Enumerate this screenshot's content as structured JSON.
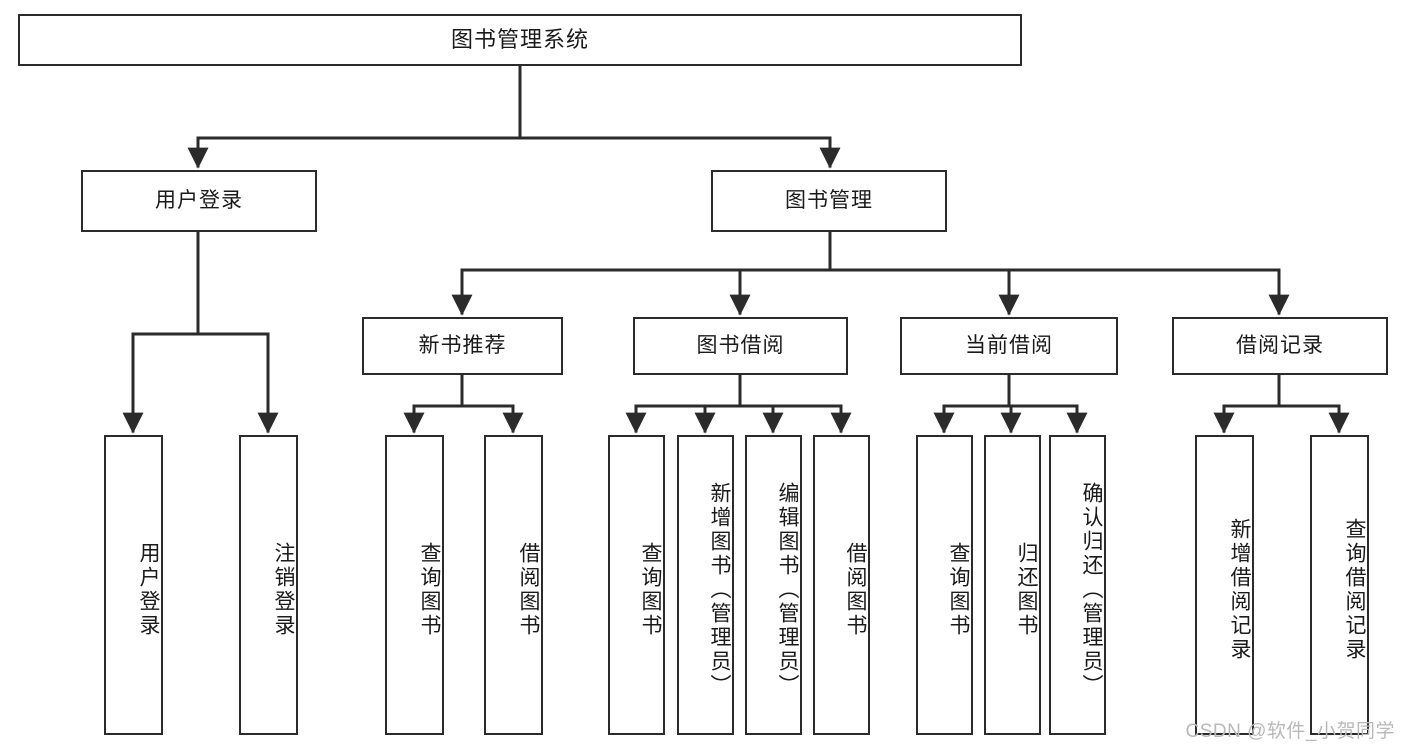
{
  "diagram": {
    "title": "图书管理系统",
    "type": "tree",
    "background_color": "#ffffff",
    "line_color": "#2b2b2b",
    "text_color": "#1a1a1a"
  },
  "watermark": {
    "text": "CSDN @软件_小贺同学",
    "color": "#b9b9b9"
  },
  "nodes": {
    "root": {
      "label": "图书管理系统"
    },
    "level2": [
      {
        "id": "user-login",
        "label": "用户登录"
      },
      {
        "id": "book-management",
        "label": "图书管理"
      }
    ],
    "level3": [
      {
        "id": "new-book-recommend",
        "label": "新书推荐"
      },
      {
        "id": "book-borrow",
        "label": "图书借阅"
      },
      {
        "id": "current-borrow",
        "label": "当前借阅"
      },
      {
        "id": "borrow-record",
        "label": "借阅记录"
      }
    ],
    "leaves": {
      "user_login": [
        {
          "id": "leaf-user-login",
          "label": "用户登录"
        },
        {
          "id": "leaf-logout",
          "label": "注销登录"
        }
      ],
      "new_book_recommend": [
        {
          "id": "leaf-query-book-1",
          "label": "查询图书"
        },
        {
          "id": "leaf-borrow-book-1",
          "label": "借阅图书"
        }
      ],
      "book_borrow": [
        {
          "id": "leaf-query-book-2",
          "label": "查询图书"
        },
        {
          "id": "leaf-add-book",
          "label": "新增图书（管理员）"
        },
        {
          "id": "leaf-edit-book",
          "label": "编辑图书（管理员）"
        },
        {
          "id": "leaf-borrow-book-2",
          "label": "借阅图书"
        }
      ],
      "current_borrow": [
        {
          "id": "leaf-query-book-3",
          "label": "查询图书"
        },
        {
          "id": "leaf-return-book",
          "label": "归还图书"
        },
        {
          "id": "leaf-confirm-return",
          "label": "确认归还（管理员）"
        }
      ],
      "borrow_record": [
        {
          "id": "leaf-add-record",
          "label": "新增借阅记录"
        },
        {
          "id": "leaf-query-record",
          "label": "查询借阅记录"
        }
      ]
    }
  }
}
